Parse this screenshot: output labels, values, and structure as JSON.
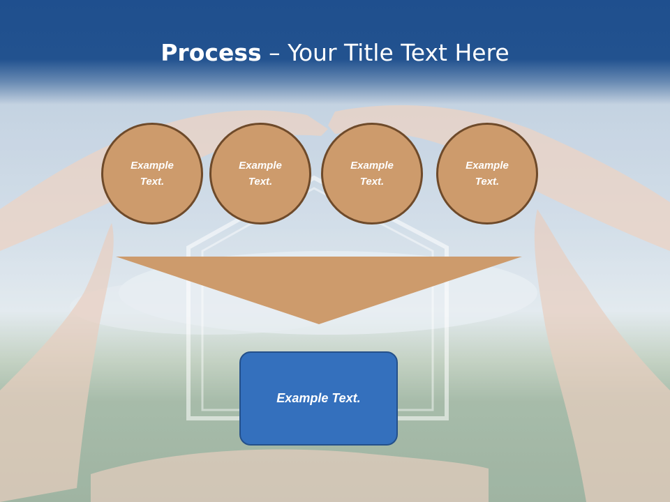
{
  "slide": {
    "title_bold": "Process",
    "title_rest": " – Your Title Text Here"
  },
  "steps": [
    {
      "label": "Example Text."
    },
    {
      "label": "Example Text."
    },
    {
      "label": "Example Text."
    },
    {
      "label": "Example Text."
    }
  ],
  "result": {
    "label": "Example Text."
  },
  "colors": {
    "header_blue": "#22528f",
    "circle_fill": "#cd9b6c",
    "circle_border": "#6e4a2a",
    "funnel_fill": "#cd9b6c",
    "result_fill": "#3470bd",
    "result_border": "#24508a"
  }
}
